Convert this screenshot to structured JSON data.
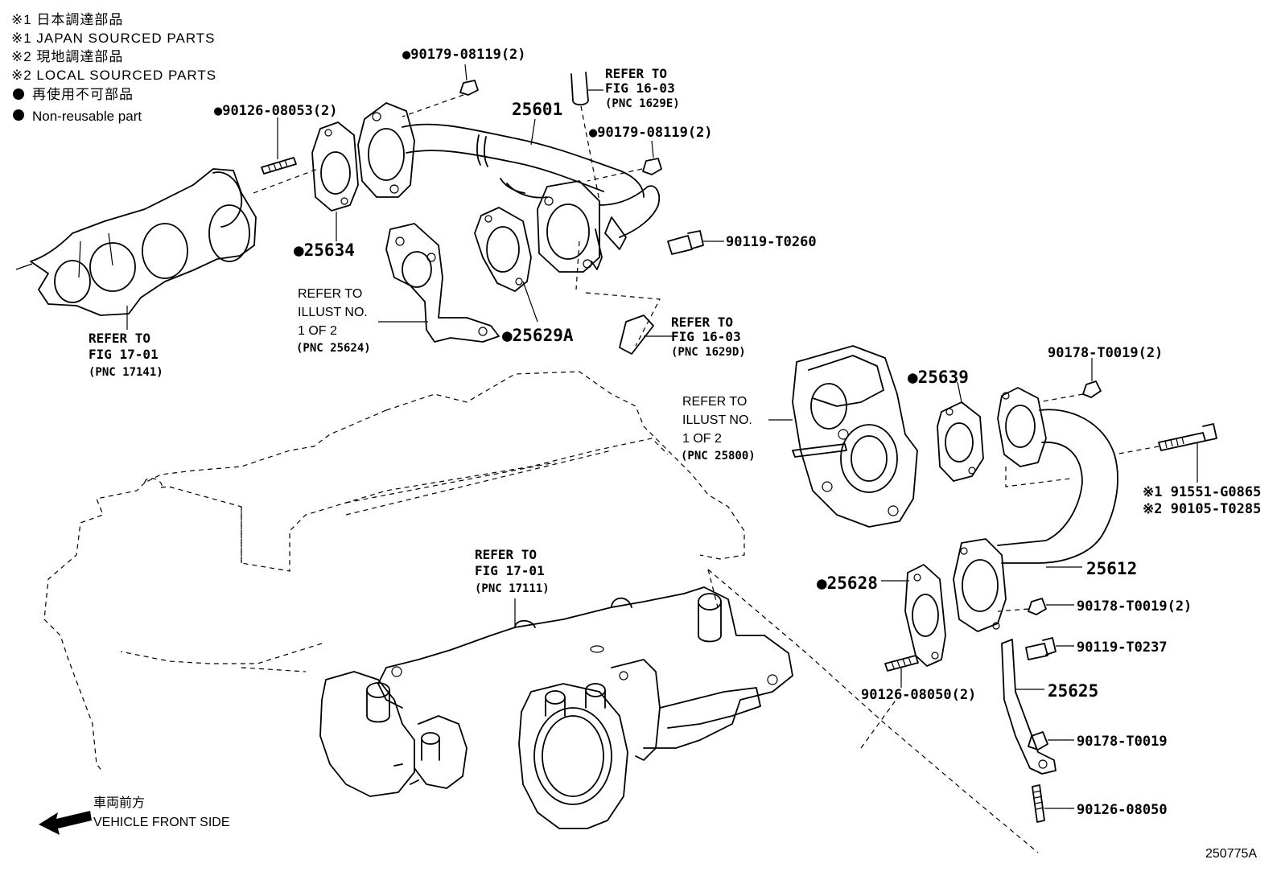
{
  "legend": {
    "items": [
      "※1 日本調達部品",
      "※1 JAPAN SOURCED PARTS",
      "※2 現地調達部品",
      "※2 LOCAL SOURCED PARTS",
      "再使用不可部品",
      "Non-reusable part"
    ]
  },
  "callouts": {
    "c_90179_08119_top": "●90179-08119(2)",
    "c_90126_08053": "●90126-08053(2)",
    "c_25601": "25601",
    "c_90179_08119_mid": "●90179-08119(2)",
    "c_90119_T0260": "90119-T0260",
    "c_25634": "●25634",
    "c_25629A": "●25629A",
    "c_25639": "●25639",
    "c_90178_T0019_2a": "90178-T0019(2)",
    "c_91551_G0865": "※1 91551-G0865",
    "c_90105_T0285": "※2 90105-T0285",
    "c_25612": "25612",
    "c_25628": "●25628",
    "c_90178_T0019_2b": "90178-T0019(2)",
    "c_90119_T0237": "90119-T0237",
    "c_25625": "25625",
    "c_90126_08050_2": "90126-08050(2)",
    "c_90178_T0019": "90178-T0019",
    "c_90126_08050": "90126-08050"
  },
  "refs": {
    "fig1603_top": [
      "REFER TO",
      "FIG 16-03",
      "(PNC 1629E)"
    ],
    "fig1701_left": [
      "REFER TO",
      "FIG 17-01",
      "(PNC 17141)"
    ],
    "illust_25624": [
      "REFER TO",
      "ILLUST NO.",
      "1 OF 2",
      "(PNC 25624)"
    ],
    "fig1603_mid": [
      "REFER TO",
      "FIG 16-03",
      "(PNC 1629D)"
    ],
    "illust_25800": [
      "REFER TO",
      "ILLUST NO.",
      "1 OF 2",
      "(PNC 25800)"
    ],
    "fig1701_center": [
      "REFER TO",
      "FIG 17-01",
      "(PNC 17111)"
    ]
  },
  "front": {
    "jp": "車両前方",
    "en": "VEHICLE FRONT SIDE"
  },
  "figure_id": "250775A"
}
